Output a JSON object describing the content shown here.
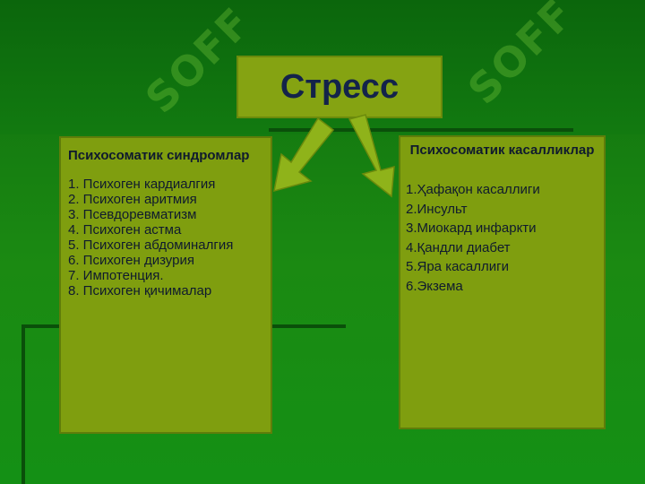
{
  "title": "Стресс",
  "left_box": {
    "heading": "Психосоматик синдромлар",
    "items": [
      "1. Психоген кардиалгия",
      "2. Психоген аритмия",
      "3. Псевдоревматизм",
      "4. Психоген астма",
      "5. Психоген абдоминалгия",
      "6. Психоген дизурия",
      "7. Импотенция.",
      "8. Психоген қичималар"
    ]
  },
  "right_box": {
    "heading": "Психосоматик касалликлар",
    "items": [
      "1.Ҳафақон касаллиги",
      "2.Инсульт",
      "3.Миокард инфаркти",
      "4.Қандли диабет",
      "5.Яра касаллиги",
      "6.Экзема"
    ]
  },
  "watermark_text": "SOFF",
  "colors": {
    "background": "#148a12",
    "box_fill": "#7f9e0f",
    "title_text": "#13234a",
    "arrow_fill": "#8fb31a"
  }
}
